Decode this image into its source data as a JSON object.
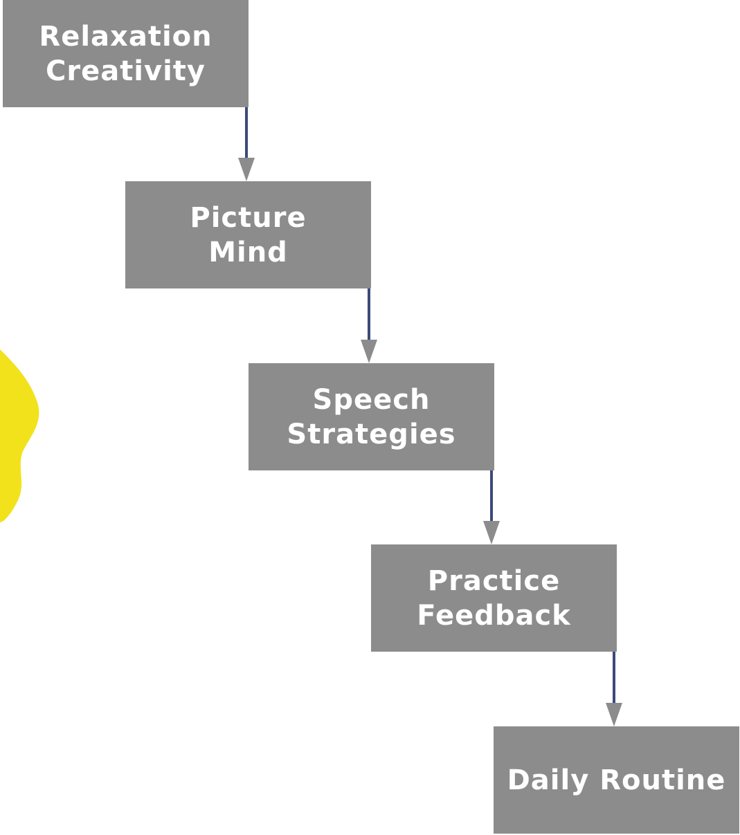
{
  "diagram": {
    "steps": [
      {
        "lines": [
          "Relaxation",
          "Creativity"
        ]
      },
      {
        "lines": [
          "Picture",
          "Mind"
        ]
      },
      {
        "lines": [
          "Speech",
          "Strategies"
        ]
      },
      {
        "lines": [
          "Practice",
          "Feedback"
        ]
      },
      {
        "lines": [
          "Daily Routine"
        ]
      }
    ],
    "connections": [
      {
        "from": 0,
        "to": 1
      },
      {
        "from": 1,
        "to": 2
      },
      {
        "from": 2,
        "to": 3
      },
      {
        "from": 3,
        "to": 4
      }
    ]
  },
  "colors": {
    "box_fill": "#8c8c8c",
    "box_text": "#ffffff",
    "connector_line": "#3b4a7a",
    "arrowhead": "#8c8c8c",
    "decoration": "#f2e21c"
  },
  "decoration": {
    "icon": "yellow-blob-shape"
  }
}
